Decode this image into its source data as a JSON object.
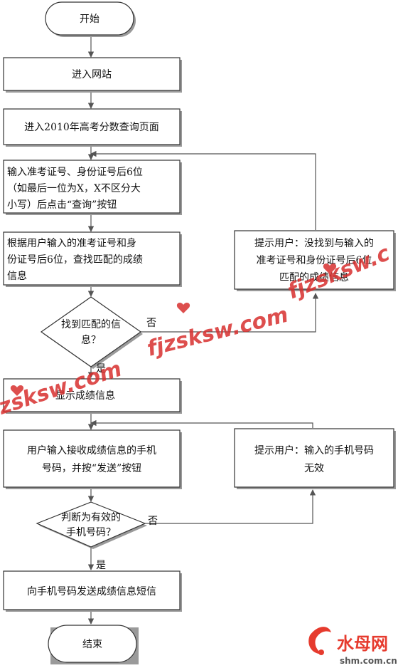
{
  "nodes": {
    "start": "开始",
    "enter_site": "进入网站",
    "score_page": "进入2010年高考分数查询页面",
    "input_id": [
      "输入准考证号、身份证号后6位",
      "（如最后一位为X，X不区分大",
      "小写）后点击“查询”按钮"
    ],
    "search": [
      "根据用户输入的准考证号和身",
      "份证号后6位，查找匹配的成绩",
      "信息"
    ],
    "found_decision": [
      "找到匹配的信",
      "息？"
    ],
    "not_found_prompt": [
      "提示用户：没找到与输入的",
      "准考证号和身份证号后6位",
      "匹配的成绩信息"
    ],
    "show_score": "显示成绩信息",
    "input_phone": [
      "用户输入接收成绩信息的手机",
      "号码，并按“发送”按钮"
    ],
    "invalid_phone_prompt": [
      "提示用户：输入的手机号码",
      "无效"
    ],
    "valid_decision": [
      "判断为有效的",
      "手机号码？"
    ],
    "send_sms": "向手机号码发送成绩信息短信",
    "end": "结束"
  },
  "edges": {
    "found_yes": "是",
    "found_no": "否",
    "valid_yes": "是",
    "valid_no": "否"
  },
  "watermarks": {
    "site_a": "fjzsksw.com",
    "site_b": "zsksw.com",
    "site_c": "fjzsksw.c"
  },
  "logo": {
    "name": "水母网",
    "domain": "shm.com.cn"
  },
  "colors": {
    "watermark_red": "#d8302f",
    "watermark_blue": "#3d6fb3",
    "logo_red": "#e63b2e"
  }
}
